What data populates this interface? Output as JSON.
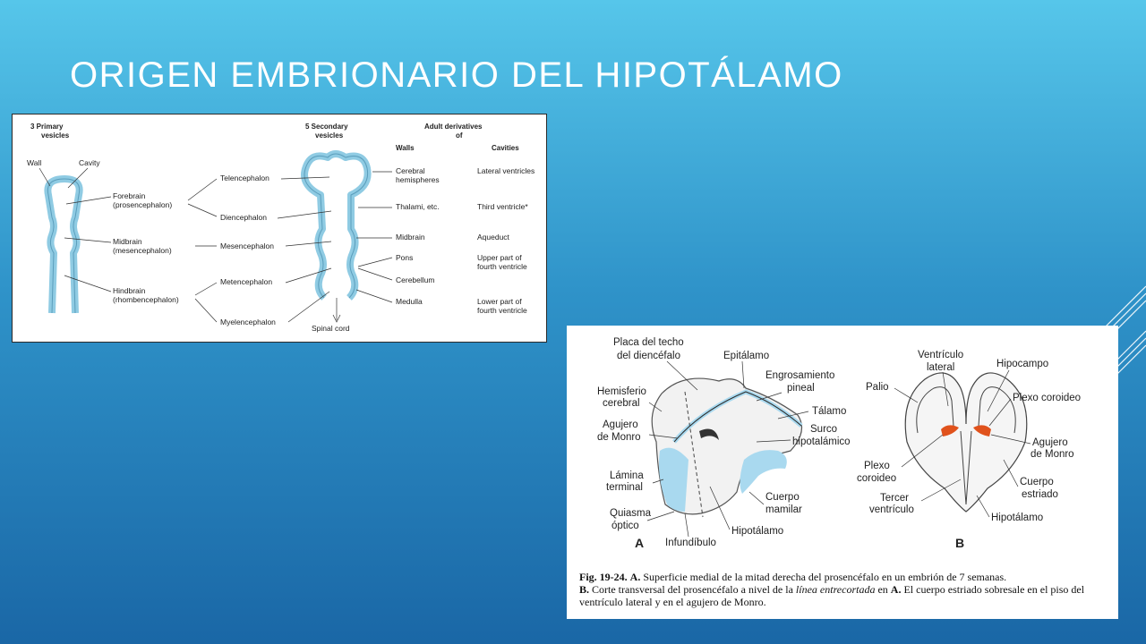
{
  "slide": {
    "title": "ORIGEN EMBRIONARIO DEL HIPOTÁLAMO"
  },
  "figure1": {
    "primary_header": [
      "3 Primary",
      "vesicles"
    ],
    "secondary_header": [
      "5 Secondary",
      "vesicles"
    ],
    "adult_header": [
      "Adult derivatives",
      "of"
    ],
    "walls_header": "Walls",
    "cavities_header": "Cavities",
    "wall_label": "Wall",
    "cavity_label": "Cavity",
    "primary": [
      [
        "Forebrain",
        "(prosencephalon)"
      ],
      [
        "Midbrain",
        "(mesencephalon)"
      ],
      [
        "Hindbrain",
        "(rhombencephalon)"
      ]
    ],
    "secondary": [
      "Telencephalon",
      "Diencephalon",
      "Mesencephalon",
      "Metencephalon",
      "Myelencephalon"
    ],
    "walls": [
      [
        "Cerebral",
        "hemispheres"
      ],
      [
        "Thalami, etc."
      ],
      [
        "Midbrain"
      ],
      [
        "Pons"
      ],
      [
        "Cerebellum"
      ],
      [
        "Medulla"
      ]
    ],
    "cavities": [
      [
        "Lateral ventricles"
      ],
      [
        "Third ventricle*"
      ],
      [
        "Aqueduct"
      ],
      [
        "Upper part of",
        "fourth ventricle"
      ],
      [
        "Lower part of",
        "fourth ventricle"
      ]
    ],
    "spinal_cord": "Spinal cord"
  },
  "figure2": {
    "labels_a": {
      "placa": [
        "Placa del techo",
        "del diencéfalo"
      ],
      "epitalamo": [
        "Epitálamo"
      ],
      "engrosamiento": [
        "Engrosamiento",
        "pineal"
      ],
      "hemisferio": [
        "Hemisferio",
        "cerebral"
      ],
      "talamo": [
        "Tálamo"
      ],
      "agujero": [
        "Agujero",
        "de Monro"
      ],
      "surco": [
        "Surco",
        "hipotalámico"
      ],
      "lamina": [
        "Lámina",
        "terminal"
      ],
      "cuerpo_mamilar": [
        "Cuerpo",
        "mamilar"
      ],
      "quiasma": [
        "Quiasma",
        "óptico"
      ],
      "hipotalamo": [
        "Hipotálamo"
      ],
      "infundibulo": [
        "Infundíbulo"
      ]
    },
    "labels_b": {
      "ventriculo": [
        "Ventrículo",
        "lateral"
      ],
      "hipocampo": [
        "Hipocampo"
      ],
      "palio": [
        "Palio"
      ],
      "plexo_right": [
        "Plexo coroideo"
      ],
      "agujero": [
        "Agujero",
        "de Monro"
      ],
      "plexo_left": [
        "Plexo",
        "coroideo"
      ],
      "cuerpo_estriado": [
        "Cuerpo",
        "estriado"
      ],
      "tercer": [
        "Tercer",
        "ventrículo"
      ],
      "hipotalamo": [
        "Hipotálamo"
      ]
    },
    "letter_a": "A",
    "letter_b": "B",
    "caption": {
      "fig_label": "Fig. 19-24.",
      "a_label": "A.",
      "a_text": "Superficie medial de la mitad derecha del prosencéfalo en un embrión de 7 semanas.",
      "b_label": "B.",
      "b_text_1": "Corte transversal del prosencéfalo a nivel de la ",
      "b_text_italic": "línea entrecortada",
      "b_text_2": " en ",
      "b_text_a_ref": "A.",
      "b_text_3": " El cuerpo estriado sobresale en el piso del ventrículo lateral y en el agujero de Monro."
    }
  },
  "colors": {
    "vesicle_fill": "#8fcbe3",
    "vesicle_stroke": "#5a9dbb",
    "plexus": "#e0521c"
  }
}
